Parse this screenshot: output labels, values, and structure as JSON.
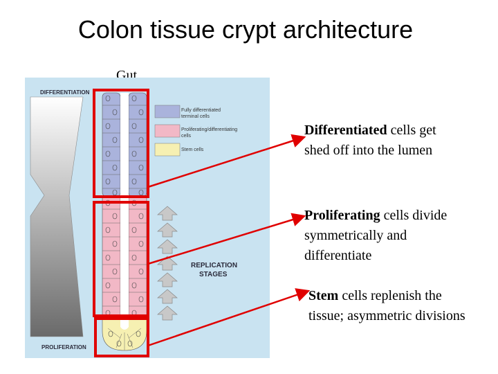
{
  "title": "Colon tissue crypt architecture",
  "gut_label": "Gut",
  "gradient": {
    "top_label": "DIFFERENTIATION",
    "bottom_label": "PROLIFERATION"
  },
  "legend": [
    {
      "color": "#aab3dc",
      "line1": "Fully differentiated",
      "line2": "terminal cells"
    },
    {
      "color": "#f2b8c6",
      "line1": "Proliferating/differentiating",
      "line2": "cells"
    },
    {
      "color": "#f6f0b2",
      "line1": "Stem cells",
      "line2": ""
    }
  ],
  "replication": {
    "line1": "REPLICATION",
    "line2": "STAGES"
  },
  "annotations": [
    {
      "bold": "Differentiated",
      "rest": " cells get",
      "line2": "shed off into the lumen"
    },
    {
      "bold": "Proliferating",
      "rest": " cells divide",
      "line2": "symmetrically and",
      "line3": "differentiate"
    },
    {
      "bold": "Stem",
      "rest": " cells replenish the",
      "line2": "tissue; asymmetric divisions"
    }
  ],
  "colors": {
    "panel": "#c9e3f1",
    "box": "#e00000",
    "differentiated": "#aab3dc",
    "proliferating": "#f2b8c6",
    "stem": "#f6f0b2",
    "arrow": "#c8c8c8"
  }
}
